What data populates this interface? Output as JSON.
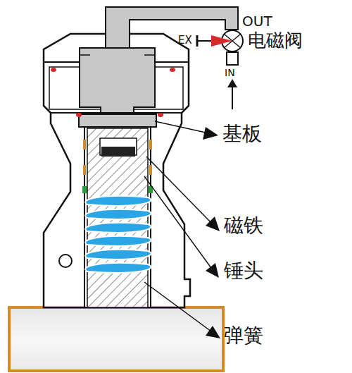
{
  "diagram": {
    "labels": [
      "OUT",
      "EX",
      "IN",
      "电磁阀",
      "基板",
      "磁铁",
      "锤头",
      "弹簧"
    ]
  }
}
